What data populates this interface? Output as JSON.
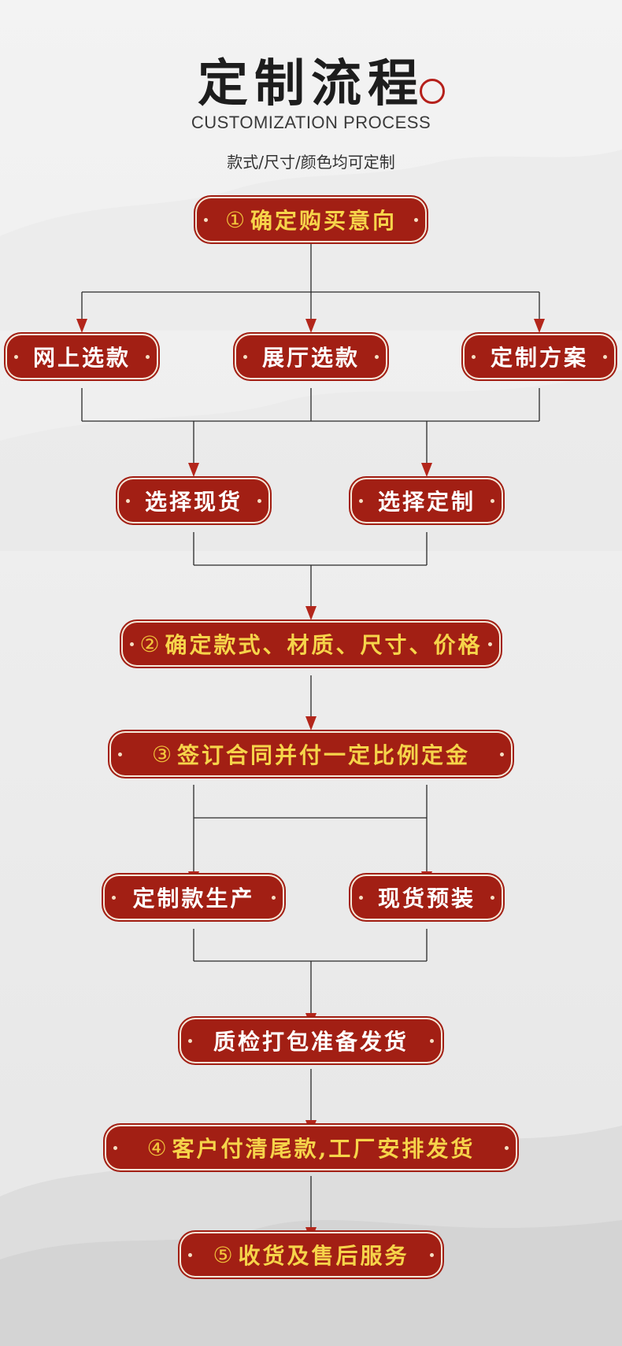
{
  "header": {
    "title": "定制流程",
    "subtitle": "CUSTOMIZATION PROCESS",
    "tagline": "款式/尺寸/颜色均可定制"
  },
  "steps": {
    "s1": {
      "num": "①",
      "label": "确定购买意向"
    },
    "online": {
      "label": "网上选款"
    },
    "showroom": {
      "label": "展厅选款"
    },
    "custom_plan": {
      "label": "定制方案"
    },
    "stock": {
      "label": "选择现货"
    },
    "custom": {
      "label": "选择定制"
    },
    "s2": {
      "num": "②",
      "label": "确定款式、材质、尺寸、价格"
    },
    "s3": {
      "num": "③",
      "label": "签订合同并付一定比例定金"
    },
    "production": {
      "label": "定制款生产"
    },
    "preassembly": {
      "label": "现货预装"
    },
    "qc": {
      "label": "质检打包准备发货"
    },
    "s4": {
      "num": "④",
      "label": "客户付清尾款,工厂安排发货"
    },
    "s5": {
      "num": "⑤",
      "label": "收货及售后服务"
    }
  },
  "colors": {
    "node_bg": "#a21f14",
    "node_text": "#ffffff",
    "highlight_text": "#f6d44a",
    "arrow": "#b3261b",
    "line": "#2a2a2a"
  }
}
